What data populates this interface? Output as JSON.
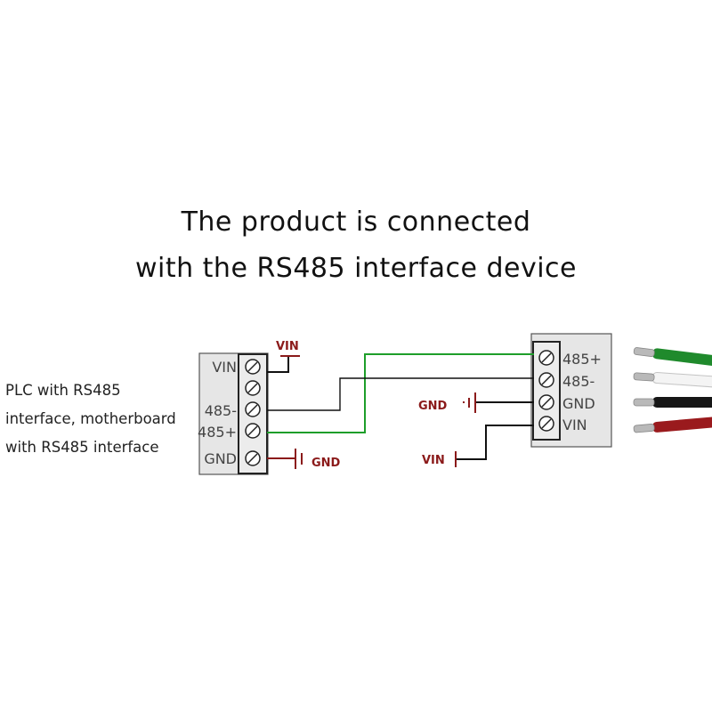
{
  "title": {
    "line1": "The product is connected",
    "line2": "with the RS485 interface device"
  },
  "plc_description": {
    "line1": "PLC with RS485",
    "line2": "interface, motherboard",
    "line3": "with RS485 interface"
  },
  "left_block": {
    "terminals": [
      "VIN",
      "485-",
      "485+",
      "GND"
    ]
  },
  "right_block": {
    "terminals": [
      "485+",
      "485-",
      "GND",
      "VIN"
    ]
  },
  "signals": {
    "vin": "VIN",
    "gnd": "GND"
  },
  "colors": {
    "wire_green": "#1e9e2a",
    "wire_black": "#111111",
    "signal_red": "#8b1a1a",
    "block_fill": "#e6e6e6"
  },
  "cable_colors": [
    "green",
    "white",
    "black",
    "red"
  ]
}
